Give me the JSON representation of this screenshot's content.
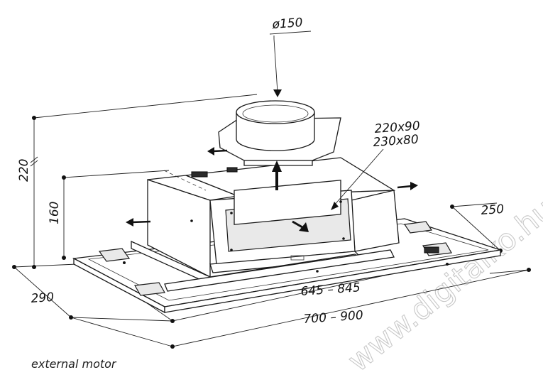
{
  "diagram": {
    "dimensions": {
      "duct_diameter": "ø150",
      "outlet_sizes_line1": "220x90",
      "outlet_sizes_line2": "230x80",
      "total_height": "220",
      "body_height": "160",
      "depth": "290",
      "inner_depth": "250",
      "width_inner": "645 – 845",
      "width_outer": "700 – 900"
    },
    "caption": "external motor",
    "watermark": "www.digitalko.hu"
  }
}
